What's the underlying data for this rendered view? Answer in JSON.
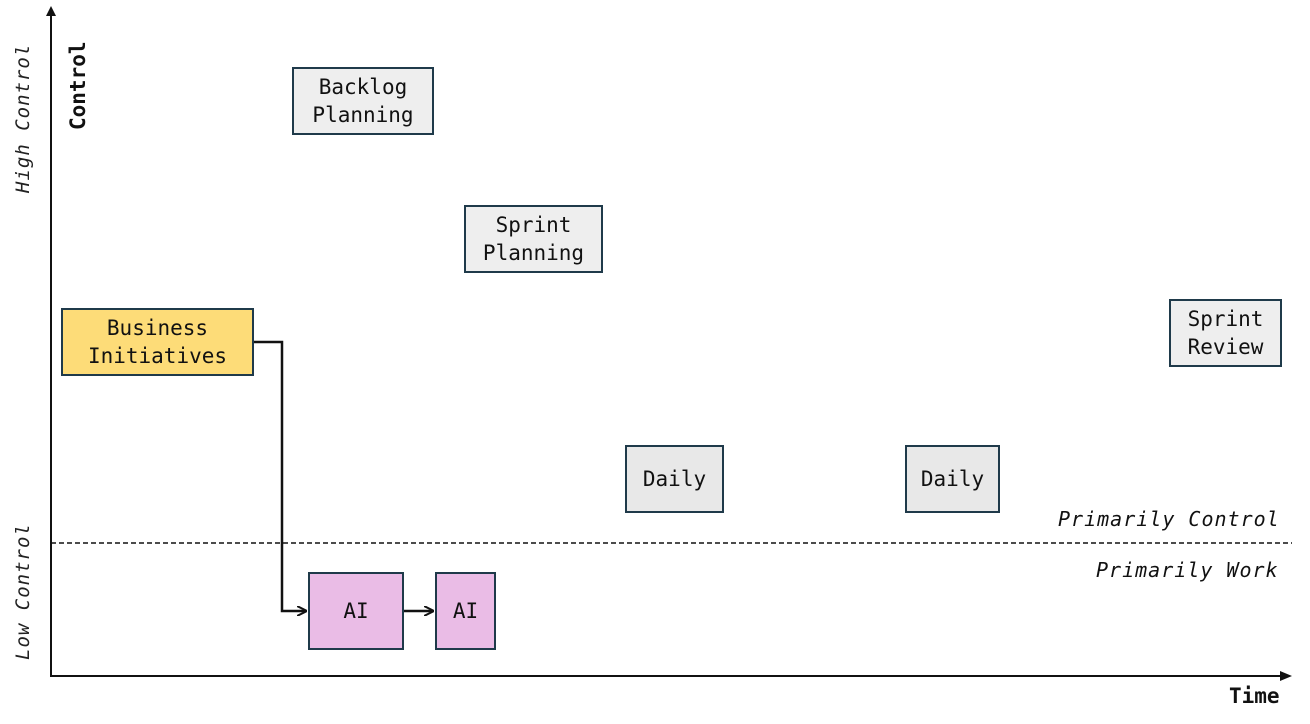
{
  "axes": {
    "y_title": "Control",
    "y_high": "High Control",
    "y_low": "Low Control",
    "x_title": "Time"
  },
  "zones": {
    "upper": "Primarily Control",
    "lower": "Primarily Work"
  },
  "boxes": {
    "backlog_planning": "Backlog\nPlanning",
    "sprint_planning": "Sprint\nPlanning",
    "business_initiatives": "Business\nInitiatives",
    "sprint_review": "Sprint\nReview",
    "daily_1": "Daily",
    "daily_2": "Daily",
    "ai_1": "AI",
    "ai_2": "AI"
  },
  "colors": {
    "neutral_box": "#eeeeee",
    "business_box": "#fddc78",
    "ai_box": "#eabce6",
    "border": "#1f3a4a"
  }
}
